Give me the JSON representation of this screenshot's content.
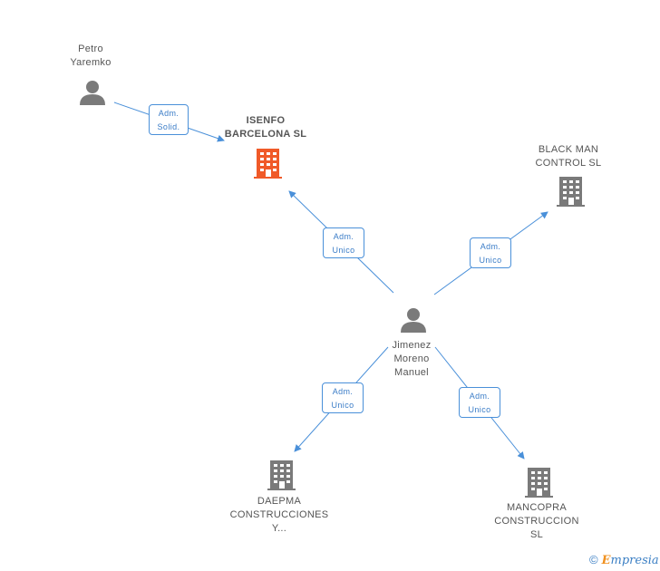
{
  "nodes": {
    "petro": {
      "lines": [
        "Petro",
        "Yaremko"
      ]
    },
    "isenfo": {
      "lines": [
        "ISENFO",
        "BARCELONA SL"
      ]
    },
    "blackman": {
      "lines": [
        "BLACK MAN",
        "CONTROL SL"
      ]
    },
    "jimenez": {
      "lines": [
        "Jimenez",
        "Moreno",
        "Manuel"
      ]
    },
    "daepma": {
      "lines": [
        "DAEPMA",
        "CONSTRUCCIONES",
        "Y..."
      ]
    },
    "mancopra": {
      "lines": [
        "MANCOPRA",
        "CONSTRUCCION",
        "SL"
      ]
    }
  },
  "edges": {
    "petro_isenfo": [
      "Adm.",
      "Solid."
    ],
    "jimenez_isenfo": [
      "Adm.",
      "Unico"
    ],
    "jimenez_blackman": [
      "Adm.",
      "Unico"
    ],
    "jimenez_daepma": [
      "Adm.",
      "Unico"
    ],
    "jimenez_mancopra": [
      "Adm.",
      "Unico"
    ]
  },
  "brand": {
    "copyright": "©",
    "initial": "E",
    "rest": "mpresia"
  },
  "colors": {
    "edge": "#4a90d9",
    "person": "#7a7a7a",
    "company": "#7a7a7a",
    "highlight_company": "#f05a28"
  }
}
